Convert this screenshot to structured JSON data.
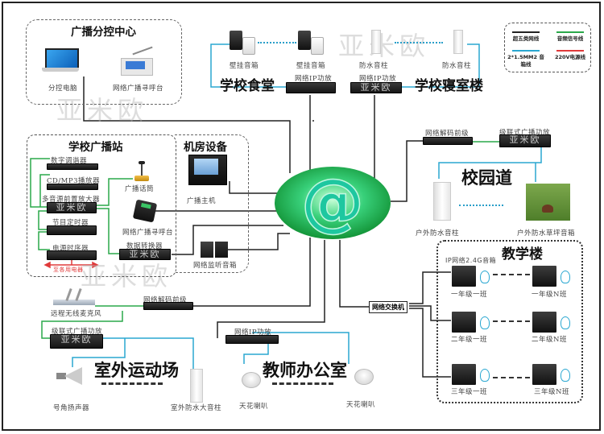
{
  "watermark": "亚米欧",
  "colors": {
    "network_cable": "#222222",
    "audio_signal": "#2aa84a",
    "speaker_cable": "#2aa7d1",
    "power_220v": "#e03a3a"
  },
  "legend": {
    "items": [
      {
        "label": "超五类网线",
        "color_key": "network_cable"
      },
      {
        "label": "音频信号线",
        "color_key": "audio_signal"
      },
      {
        "label": "2*1.5MM2 音箱线",
        "color_key": "speaker_cable"
      },
      {
        "label": "220V电源线",
        "color_key": "power_220v"
      }
    ]
  },
  "center_hub": {
    "icon": "network-at-icon"
  },
  "zones": {
    "control_center": {
      "title": "广播分控中心",
      "devices": [
        "分控电脑",
        "网络广播寻呼台"
      ]
    },
    "canteen": {
      "title": "学校食堂",
      "speakers": [
        "壁挂音箱",
        "壁挂音箱"
      ],
      "amp": "网络IP功放"
    },
    "dormitory": {
      "title": "学校寝室楼",
      "speakers": [
        "防水音柱",
        "防水音柱"
      ],
      "amp": "网络IP功放"
    },
    "station": {
      "title": "学校广播站",
      "devices": [
        "数字调谐器",
        "CD/MP3播放器",
        "多音源前置放大器",
        "节目定时器",
        "电源时序器",
        "广播话筒",
        "网络广播寻呼台",
        "数据转换器"
      ],
      "power_note": "至各用电器"
    },
    "machine_room": {
      "title": "机房设备",
      "devices": [
        "广播主机",
        "网络监听音箱"
      ]
    },
    "campus_road": {
      "title": "校园道",
      "devices": [
        "网络解码前级",
        "级联式广播功放"
      ],
      "speakers": [
        "户外防水音柱",
        "户外防水草坪音箱"
      ]
    },
    "teaching_building": {
      "title": "教学楼",
      "switch": "网络交换机",
      "speaker_type": "IP网络2.4G音箱",
      "classes": [
        [
          "一年级一班",
          "一年级N班"
        ],
        [
          "二年级一班",
          "二年级N班"
        ],
        [
          "三年级一班",
          "三年级N班"
        ]
      ]
    },
    "sports_field": {
      "title": "室外运动场",
      "devices": [
        "远程无线麦克风",
        "网络解码前级",
        "级联式广播功放"
      ],
      "speakers": [
        "号角扬声器",
        "室外防水大音柱"
      ]
    },
    "teacher_office": {
      "title": "教师办公室",
      "amp": "网络IP功放",
      "speakers": [
        "天花喇叭",
        "天花喇叭"
      ]
    }
  }
}
